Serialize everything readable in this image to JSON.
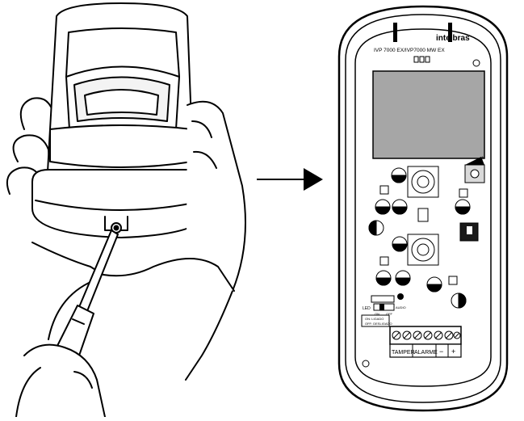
{
  "figure": {
    "left_panel": {
      "icon": "hand-screwdriver-opening-sensor-icon"
    },
    "arrow": {
      "icon": "right-arrow-icon"
    },
    "right_panel": {
      "brand": "intelbras",
      "model": "IVP 7000 EX/IVP7000 MW EX",
      "jumper_labels": {
        "left": "LED",
        "on": "ON",
        "off": "OFF"
      },
      "switch_labels": [
        "ON: LIGADO",
        "OFF: DESLIGADO"
      ],
      "terminal_labels": {
        "tamper": "TAMPER",
        "alarme": "ALARME",
        "minus": "−",
        "plus": "+"
      },
      "aux_label": "AUDIO"
    }
  }
}
